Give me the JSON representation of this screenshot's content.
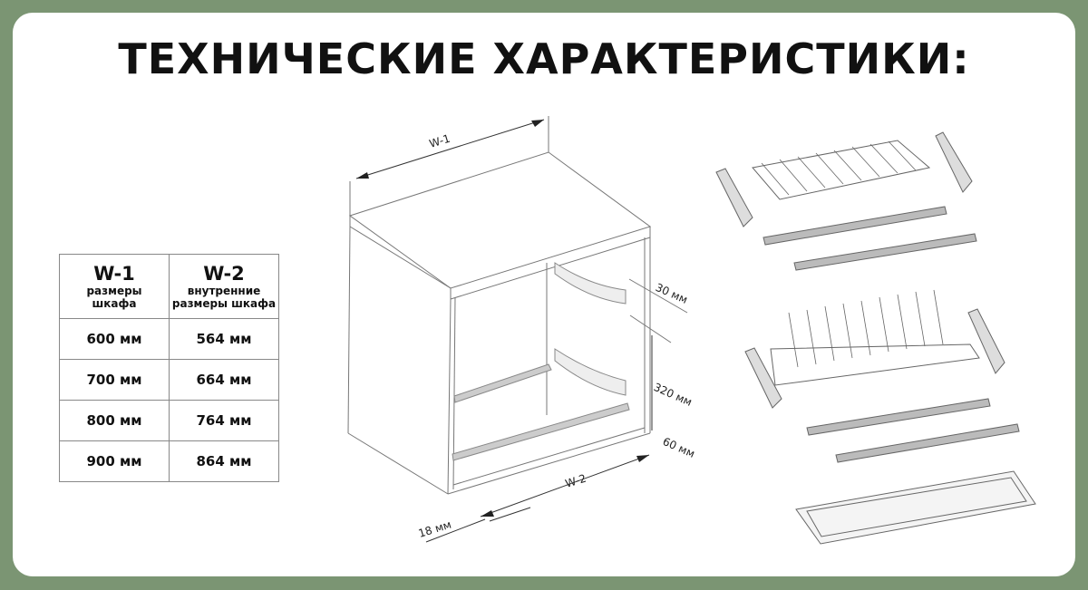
{
  "title": "ТЕХНИЧЕСКИЕ ХАРАКТЕРИСТИКИ:",
  "table": {
    "headers": [
      {
        "code": "W-1",
        "desc": [
          "размеры",
          "шкафа"
        ]
      },
      {
        "code": "W-2",
        "desc": [
          "внутренние",
          "размеры шкафа"
        ]
      }
    ],
    "rows": [
      [
        "600 мм",
        "564 мм"
      ],
      [
        "700 мм",
        "664 мм"
      ],
      [
        "800 мм",
        "764 мм"
      ],
      [
        "900 мм",
        "864 мм"
      ]
    ]
  },
  "drawing": {
    "w1": "W-1",
    "w2": "W-2",
    "dim_30": "30 мм",
    "dim_320": "320 мм",
    "dim_60": "60 мм",
    "dim_18": "18 мм"
  }
}
